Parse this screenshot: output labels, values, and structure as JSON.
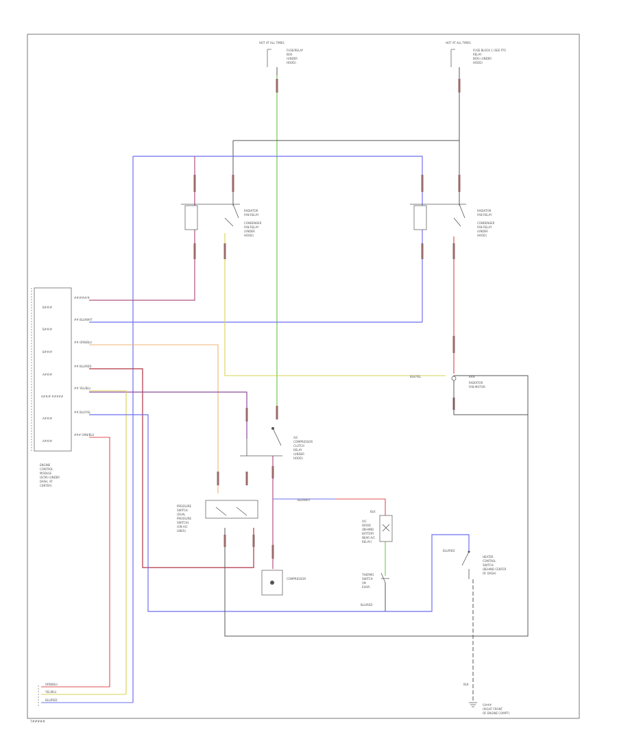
{
  "diagram": {
    "colors": {
      "wire_black": "#555555",
      "wire_blue": "#6e6ef0",
      "wire_green": "#70c850",
      "wire_red": "#e05050",
      "wire_yellow": "#d8d050",
      "wire_orange": "#f0b070",
      "wire_purple": "#b05080",
      "wire_darkred": "#b03040",
      "connector": "#9a6a6a"
    },
    "footer_code": "7#####",
    "ecm": {
      "pins": [
        {
          "name": "B##/#",
          "wire": "##/###/#"
        },
        {
          "name": "B##/#",
          "wire": "##  BLU/WHT"
        },
        {
          "name": "B##/#",
          "wire": "##  ORN/BLU"
        },
        {
          "name": "A##/#",
          "wire": "##  BLU/RED"
        },
        {
          "name": "A##/# #####",
          "wire": "##  YEL/BLU"
        },
        {
          "name": "A##/#",
          "wire": "##  BLU/YEL"
        },
        {
          "name": "A##/#",
          "wire": "###  ORN/BLU"
        }
      ],
      "caption": [
        "ENGINE",
        "CONTROL",
        "MODULE",
        "(ECM) (UNDER",
        "DASH, AT",
        "CENTER)"
      ]
    },
    "fuse_left": {
      "title": "HOT AT ALL TIMES",
      "lines": [
        "FUSE/RELAY",
        "BOX",
        "(UNDER",
        "HOOD)"
      ]
    },
    "fuse_right": {
      "title": "HOT AT ALL TIMES",
      "lines": [
        "FUSE BLOCK 1 (SEE PTS",
        "RELAY",
        "BOX) (UNDER",
        "HOOD)"
      ]
    },
    "relay_left": [
      "RADIATOR",
      "FAN RELAY",
      "",
      "CONDENSER",
      "FAN RELAY",
      "(UNDER",
      "HOOD)"
    ],
    "relay_right": [
      "RADIATOR",
      "FAN RELAY",
      "",
      "CONDENSER",
      "FAN RELAY",
      "(UNDER",
      "HOOD)"
    ],
    "fan_switch": {
      "wire": "BLK/YEL",
      "pin": "BRN",
      "lines": [
        "RADIATOR",
        "FAN MOTOR"
      ]
    },
    "ac_relay": [
      "A/C",
      "COMPRESSOR",
      "CLUTCH",
      "RELAY",
      "(UNDER",
      "HOOD)"
    ],
    "pressure_switch": [
      "PRESSURE",
      "SWITCH",
      "(DUAL",
      "PRESSURE",
      "SWITCH)",
      "(ON A/C",
      "LINES)"
    ],
    "compressor": "COMPRESSOR",
    "diode": {
      "wire": "BLU/WHT",
      "pin": "BLK",
      "lines": [
        "A/C",
        "DIODE",
        "(BEHIND",
        "BATTERY",
        "NEAR A/C",
        "RELAY)"
      ]
    },
    "thermo": [
      "THERMO",
      "SWITCH",
      "(IN",
      "EVAP)"
    ],
    "thermo_wire": "BLU/RED",
    "heater_switch": {
      "wire": "BLU/RED",
      "lines": [
        "HEATER",
        "CONTROL",
        "SWITCH",
        "(BEHIND CENTER",
        "OF DASH)"
      ]
    },
    "ground": {
      "wire": "BLK",
      "lines": [
        "G###",
        "(RIGHT FRONT",
        "OF ENGINE COMPT)"
      ]
    },
    "bottom_tags": [
      "ORN/BLU",
      "YEL/BLU",
      "BLU/RED"
    ]
  }
}
